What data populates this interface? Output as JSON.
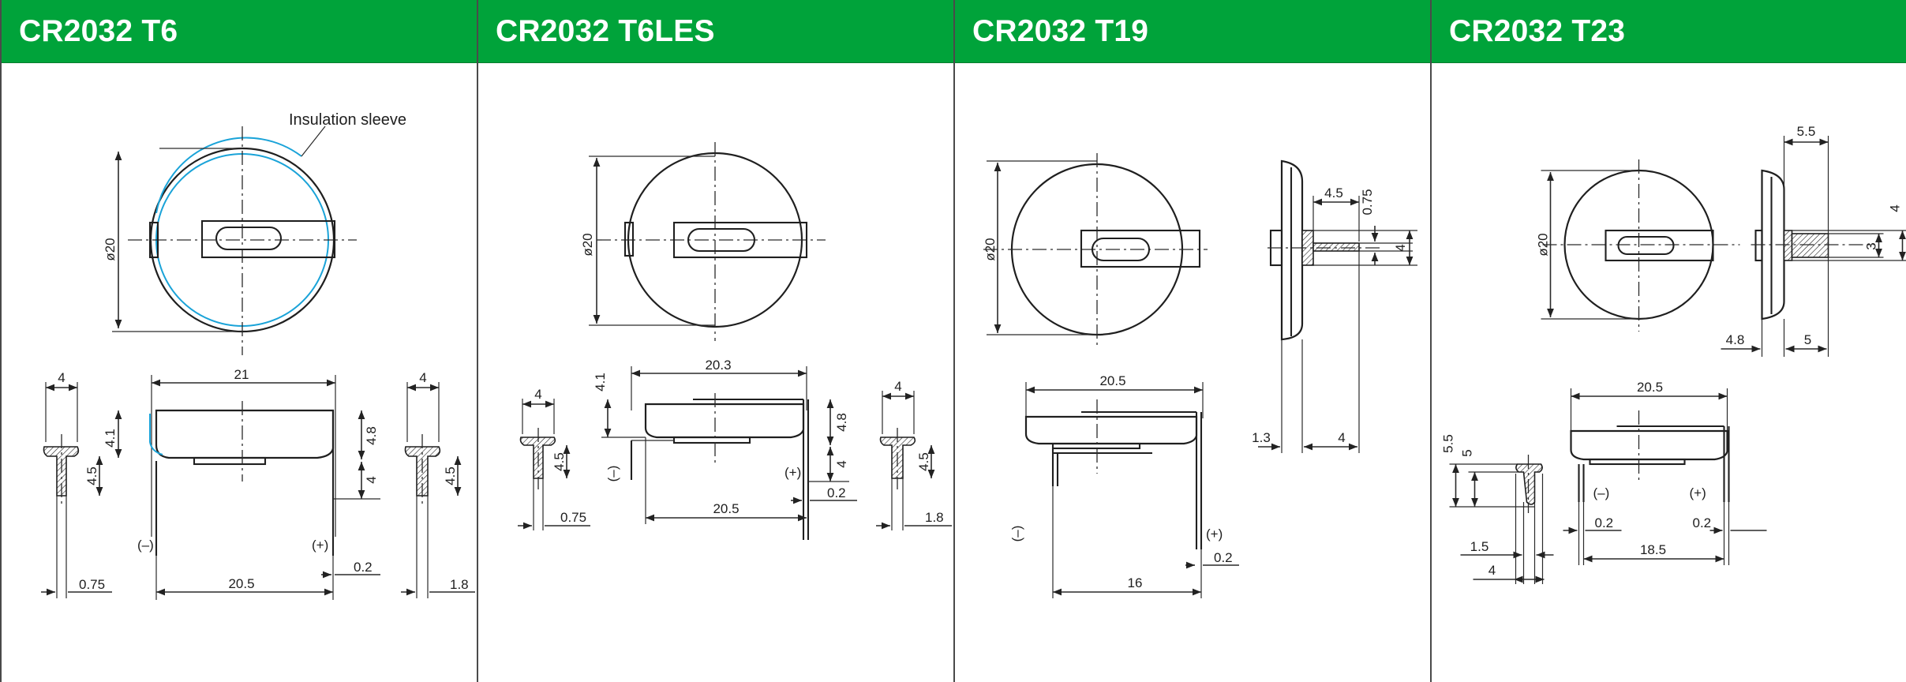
{
  "panels": [
    {
      "title": "CR2032 T6",
      "callout": "Insulation sleeve",
      "dims": {
        "diameter": "ø20",
        "width_top": "21",
        "width_bottom": "20.5",
        "h_41": "4.1",
        "h_48": "4.8",
        "h_4": "4",
        "h_02": "0.2",
        "left_tab_w": "4",
        "left_tab_h": "4.5",
        "left_pin": "0.75",
        "right_tab_w": "4",
        "right_tab_h": "4.5",
        "right_pin": "1.8",
        "neg": "(–)",
        "pos": "(+)"
      }
    },
    {
      "title": "CR2032 T6LES",
      "dims": {
        "diameter": "ø20",
        "width_top": "20.3",
        "width_bottom": "20.5",
        "h_41": "4.1",
        "h_48": "4.8",
        "h_4": "4",
        "h_02": "0.2",
        "left_tab_w": "4",
        "left_tab_h": "4.5",
        "left_pin": "0.75",
        "right_tab_w": "4",
        "right_tab_h": "4.5",
        "right_pin": "1.8",
        "neg": "(–)",
        "pos": "(+)"
      }
    },
    {
      "title": "CR2032 T19",
      "dims": {
        "diameter": "ø20",
        "side_45": "4.5",
        "side_075": "0.75",
        "side_4": "4",
        "side_13": "1.3",
        "side_4b": "4",
        "width_top": "20.5",
        "width_bottom": "16",
        "h_02": "0.2",
        "neg": "(–)",
        "pos": "(+)"
      }
    },
    {
      "title": "CR2032 T23",
      "dims": {
        "diameter": "ø20",
        "side_55": "5.5",
        "side_4": "4",
        "side_3": "3",
        "side_48": "4.8",
        "side_5": "5",
        "width_top": "20.5",
        "width_bottom": "18.5",
        "left_02": "0.2",
        "right_02": "0.2",
        "tab_55": "5.5",
        "tab_5": "5",
        "tab_15": "1.5",
        "tab_4": "4",
        "neg": "(–)",
        "pos": "(+)"
      }
    }
  ]
}
